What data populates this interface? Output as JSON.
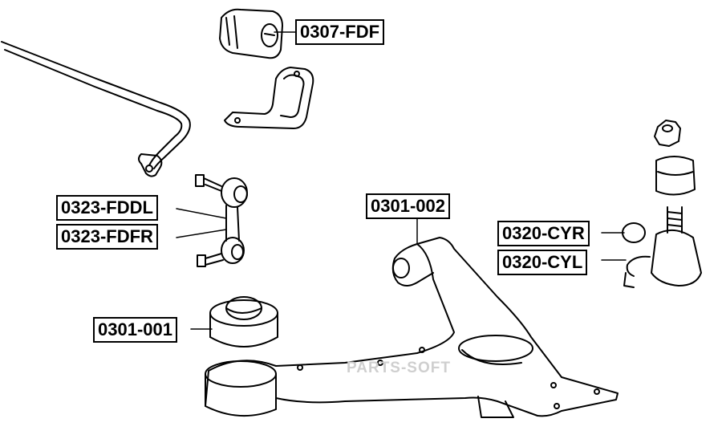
{
  "labels": {
    "p0307_fdf": "0307-FDF",
    "p0323_fddl": "0323-FDDL",
    "p0323_fdfr": "0323-FDFR",
    "p0301_002": "0301-002",
    "p0320_cyr": "0320-CYR",
    "p0320_cyl": "0320-CYL",
    "p0301_001": "0301-001"
  },
  "watermark": "PARTS-SOFT"
}
